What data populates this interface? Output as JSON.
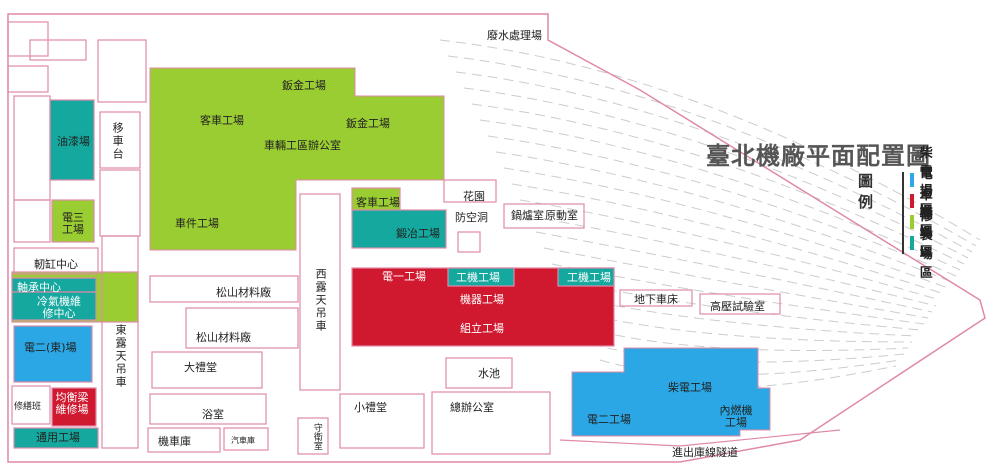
{
  "map": {
    "title": "臺北機廠平面配置圖",
    "legend": {
      "title": "圖例",
      "items": [
        {
          "label": "柴電場區",
          "color": "#2aa7e4"
        },
        {
          "label": "電力場區",
          "color": "#d0182f"
        },
        {
          "label": "車輛場區",
          "color": "#9acd32"
        },
        {
          "label": "修製場區",
          "color": "#14a89e"
        }
      ]
    },
    "colors": {
      "outline": "#e089a8",
      "diesel": "#2aa7e4",
      "electric": "#d0182f",
      "vehicle": "#9acd32",
      "repair": "#14a89e",
      "track": "#cccccc"
    },
    "labels": {
      "wastewater": "廢水處理場",
      "sheet_metal_1": "鈑金工場",
      "sheet_metal_2": "鈑金工場",
      "passenger_car_1": "客車工場",
      "vehicle_office": "車輛工區辦公室",
      "car_parts": "車件工場",
      "passenger_car_2": "客車工場",
      "forging": "鍛冶工場",
      "transfer_table": "移車台",
      "paint": "油漆場",
      "electric_3": "電三工場",
      "brake_center": "軔缸中心",
      "bearing_center": "軸承中心",
      "ac_repair": "冷氣機維修中心",
      "electric_2_east": "電二(東)場",
      "repair_shed": "修繕班",
      "balance_spring": "均衡梁維修場",
      "general_workshop": "通用工場",
      "east_crane": "東露天吊車",
      "west_crane": "西露天吊車",
      "songshan_warehouse_1": "松山材料廠",
      "songshan_warehouse_2": "松山材料廠",
      "auditorium": "大禮堂",
      "bathhouse": "浴室",
      "motorcycle_garage": "機車庫",
      "car_garage": "汽車庫",
      "guard_room": "守衛室",
      "small_auditorium": "小禮堂",
      "general_office": "總辦公室",
      "garden": "花園",
      "air_raid_shelter": "防空洞",
      "boiler_room": "鍋爐室",
      "power_room": "原動室",
      "electric_1": "電一工場",
      "machine_tool_1": "工機工場",
      "machine_tool_2": "工機工場",
      "machinery_yard": "機器工場",
      "assembly": "組立工場",
      "pool": "水池",
      "underground_lathe": "地下車床",
      "high_voltage_lab": "高壓試驗室",
      "diesel_workshop": "柴電工場",
      "electric_2": "電二工場",
      "combustion_engine": "內燃機工場",
      "exit_tunnel": "進出庫線隧道"
    }
  }
}
